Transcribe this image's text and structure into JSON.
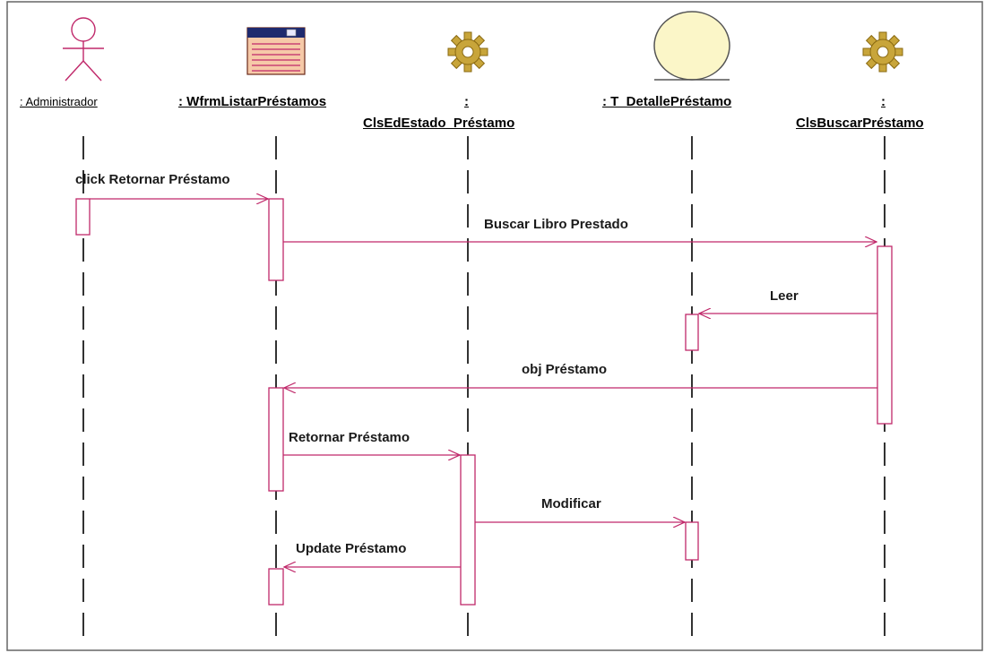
{
  "participants": [
    {
      "id": "admin",
      "type": "actor",
      "icon": "actor-icon",
      "label": ": Administrador"
    },
    {
      "id": "form",
      "type": "boundary",
      "icon": "window-form-icon",
      "label": ": WfrmListarPréstamos"
    },
    {
      "id": "estado",
      "type": "control",
      "icon": "gear-icon",
      "label_line1": ":",
      "label_line2": "ClsEdEstado_Préstamo"
    },
    {
      "id": "detalle",
      "type": "entity",
      "icon": "entity-circle-icon",
      "label": ": T_DetallePréstamo"
    },
    {
      "id": "buscar",
      "type": "control",
      "icon": "gear-icon",
      "label_line1": ":",
      "label_line2": "ClsBuscarPréstamo"
    }
  ],
  "messages": [
    {
      "from": "admin",
      "to": "form",
      "label": "click Retornar Préstamo"
    },
    {
      "from": "form",
      "to": "buscar",
      "label": "Buscar Libro Prestado"
    },
    {
      "from": "buscar",
      "to": "detalle",
      "label": "Leer"
    },
    {
      "from": "buscar",
      "to": "form",
      "label": "obj Préstamo"
    },
    {
      "from": "form",
      "to": "estado",
      "label": "Retornar Préstamo"
    },
    {
      "from": "estado",
      "to": "detalle",
      "label": "Modificar"
    },
    {
      "from": "estado",
      "to": "form",
      "label": "Update Préstamo"
    }
  ],
  "colors": {
    "line": "#c0286a",
    "gear": "#9a7a22",
    "gear_fill": "#c8a53a",
    "entity_fill": "#fbf6c8",
    "window_header": "#1e2a6e",
    "window_body": "#f6c9a8",
    "actor": "#c0286a"
  }
}
